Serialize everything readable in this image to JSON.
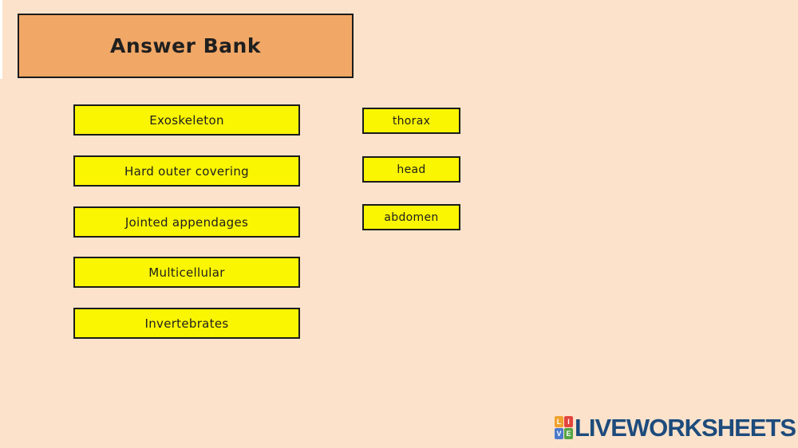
{
  "colors": {
    "background": "#fce2cb",
    "answer_bank_fill": "#f1a766",
    "word_box_fill": "#faf501",
    "border": "#1b1b1b",
    "text": "#1f1f1f",
    "logo_text": "#1d4b7c"
  },
  "answer_bank": {
    "title": "Answer Bank"
  },
  "word_bank": {
    "left_items": [
      "Exoskeleton",
      "Hard outer covering",
      "Jointed appendages",
      "Multicellular",
      "Invertebrates"
    ],
    "right_items": [
      "thorax",
      "head",
      "abdomen"
    ]
  },
  "logo": {
    "brand": "LIVEWORKSHEETS",
    "tiles": [
      {
        "letter": "L",
        "color": "#f0a22e"
      },
      {
        "letter": "I",
        "color": "#e2453c"
      },
      {
        "letter": "V",
        "color": "#4a79cd"
      },
      {
        "letter": "E",
        "color": "#54a545"
      }
    ]
  }
}
